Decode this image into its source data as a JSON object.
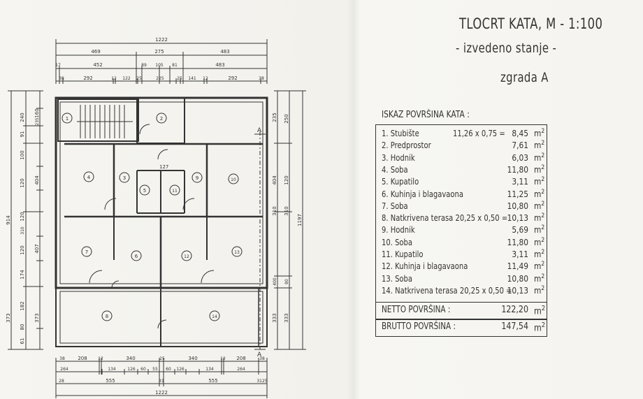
{
  "title": "TLOCRT KATA, M - 1:100",
  "subtitle": "- izvedeno stanje -",
  "building": "zgrada A",
  "area_table": {
    "heading": "ISKAZ POVRŠINA KATA :",
    "unit": "m",
    "rows": [
      {
        "label": "1. Stubište",
        "calc": "11,26 x 0,75 =",
        "value": "8,45"
      },
      {
        "label": "2. Predprostor",
        "calc": "",
        "value": "7,61"
      },
      {
        "label": "3. Hodnik",
        "calc": "",
        "value": "6,03"
      },
      {
        "label": "4. Soba",
        "calc": "",
        "value": "11,80"
      },
      {
        "label": "5. Kupatilo",
        "calc": "",
        "value": "3,11"
      },
      {
        "label": "6. Kuhinja i blagavaona",
        "calc": "",
        "value": "11,25"
      },
      {
        "label": "7. Soba",
        "calc": "",
        "value": "10,80"
      },
      {
        "label": "8. Natkrivena terasa 20,25 x 0,50 =",
        "calc": "",
        "value": "10,13"
      },
      {
        "label": "9. Hodnik",
        "calc": "",
        "value": "5,69"
      },
      {
        "label": "10. Soba",
        "calc": "",
        "value": "11,80"
      },
      {
        "label": "11. Kupatilo",
        "calc": "",
        "value": "3,11"
      },
      {
        "label": "12. Kuhinja i blagavaona",
        "calc": "",
        "value": "11,49"
      },
      {
        "label": "13. Soba",
        "calc": "",
        "value": "10,80"
      },
      {
        "label": "14. Natkrivena terasa 20,25 x 0,50 =",
        "calc": "",
        "value": "10,13"
      }
    ],
    "netto": {
      "label": "NETTO POVRŠINA :",
      "value": "122,20"
    },
    "brutto": {
      "label": "BRUTTO POVRŠINA :",
      "value": "147,54"
    }
  },
  "plan": {
    "section_marker": "A",
    "room_numbers": [
      "1",
      "2",
      "3",
      "4",
      "5",
      "6",
      "7",
      "8",
      "9",
      "10",
      "11",
      "12",
      "13",
      "14"
    ],
    "dims_top": {
      "overall": "1222",
      "row2": [
        "469",
        "275",
        "483"
      ],
      "row3": [
        "17",
        "452",
        "89",
        "105",
        "81",
        "483"
      ],
      "row4": [
        "38",
        "292",
        "12",
        "122",
        "25",
        "225",
        "25",
        "141",
        "12",
        "292",
        "38"
      ]
    },
    "dims_bottom": {
      "row1": [
        "38",
        "208",
        "12",
        "340",
        "25",
        "340",
        "12",
        "208",
        "38"
      ],
      "row2": [
        "264",
        "134",
        "126",
        "60",
        "55",
        "60",
        "126",
        "134",
        "264"
      ],
      "row3": [
        "28",
        "555",
        "31",
        "555",
        "3125"
      ],
      "overall": "1222"
    },
    "dims_left": {
      "row1": [
        "240",
        "91",
        "100",
        "120",
        "120",
        "120",
        "174",
        "182",
        "373",
        "80",
        "61"
      ],
      "row2": [
        "160",
        "235",
        "404",
        "310",
        "407",
        "373"
      ],
      "overall": "914"
    },
    "dims_right": {
      "row1": [
        "235",
        "404",
        "310",
        "400",
        "333"
      ],
      "row2": [
        "250",
        "120",
        "310",
        "80",
        "333"
      ],
      "overall": "1197"
    },
    "door_labels": [
      "127"
    ]
  }
}
